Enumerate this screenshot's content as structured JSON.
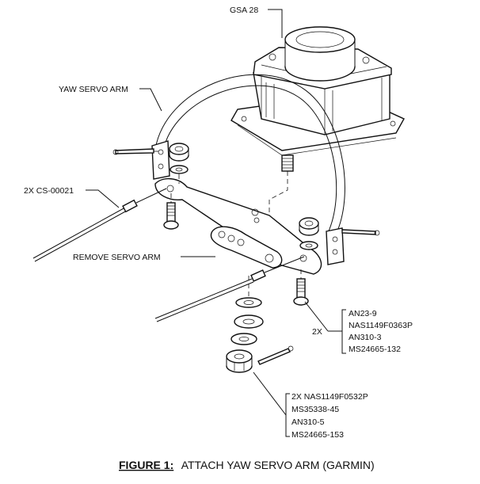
{
  "labels": {
    "gsa": "GSA 28",
    "yaw_arm": "YAW SERVO ARM",
    "cable": "2X CS-00021",
    "remove_arm": "REMOVE SERVO ARM",
    "hw_right_qty": "2X",
    "hw_right": [
      "AN23-9",
      "NAS1149F0363P",
      "AN310-3",
      "MS24665-132"
    ],
    "hw_bottom_head": "2X NAS1149F0532P",
    "hw_bottom": [
      "MS35338-45",
      "AN310-5",
      "MS24665-153"
    ]
  },
  "caption": {
    "prefix": "FIGURE 1:",
    "text": "ATTACH YAW SERVO ARM (GARMIN)"
  }
}
